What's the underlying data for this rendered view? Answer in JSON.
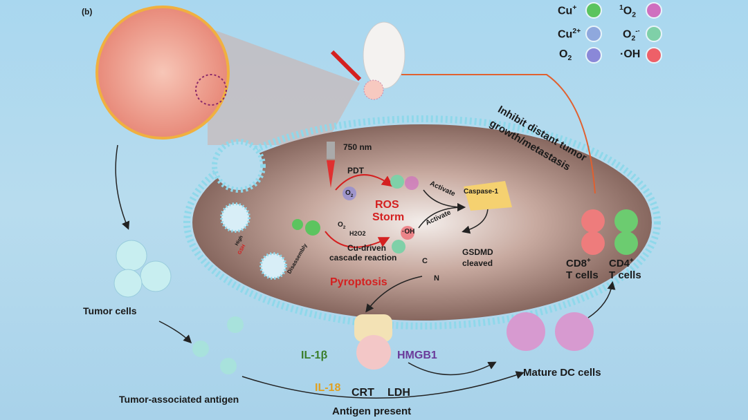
{
  "panel_label": "(b)",
  "legend": [
    {
      "label": "Cu",
      "sup": "+",
      "color": "#5cc45f"
    },
    {
      "label": "Cu",
      "sup": "2+",
      "color": "#8fa8dd"
    },
    {
      "label": "O",
      "sub": "2",
      "color": "#8a88d8"
    },
    {
      "label": "O",
      "presup": "1",
      "sub": "2",
      "color": "#cf6fbf"
    },
    {
      "label": "O",
      "sub": "2",
      "sup": "-·",
      "color": "#7fd0a8"
    },
    {
      "label": "·OH",
      "color": "#ee6068"
    }
  ],
  "annotations": {
    "inhibit": "Inhibit distant tumor",
    "inhibit2": "growth/metastasis",
    "laser": "750 nm",
    "pdt": "PDT",
    "o2": "O",
    "o2_sub": "2",
    "h2o2": "H2O2",
    "ros1": "ROS",
    "ros2": "Storm",
    "cu_driven1": "Cu-driven",
    "cu_driven2": "cascade reaction",
    "pyroptosis": "Pyroptosis",
    "caspase": "Caspase-1",
    "activate": "Activate",
    "oh": "·OH",
    "gsdmd1": "GSDMD",
    "gsdmd2": "cleaved",
    "c": "C",
    "n": "N",
    "high": "High",
    "gsh": "GSH",
    "disassembly": "Disassembly",
    "cd8": "CD8",
    "cd4": "CD4",
    "tcells": "T cells",
    "plus": "+",
    "tumor_cells": "Tumor cells",
    "tumor_antigen": "Tumor-associated antigen",
    "il1b": "IL-1β",
    "il18": "IL-18",
    "crt": "CRT",
    "ldh": "LDH",
    "hmgb1": "HMGB1",
    "antigen_present": "Antigen present",
    "mature_dc": "Mature DC cells"
  },
  "colors": {
    "background": "#b1d9ee",
    "cell": "#8a6e64",
    "membrane": "#7fd3e6",
    "red_text": "#d42020",
    "il1b": "#3a7d2a",
    "il18": "#e0a020",
    "hmgb1": "#6a3a9a"
  }
}
